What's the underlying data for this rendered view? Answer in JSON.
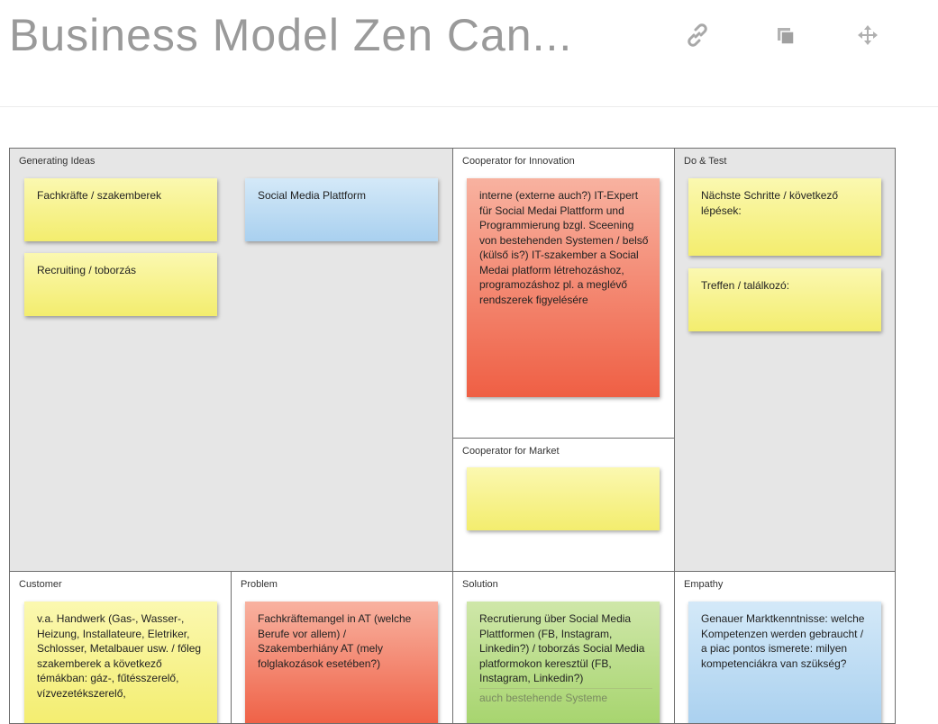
{
  "header": {
    "title": "Business Model Zen Can...",
    "icons": [
      "link-icon",
      "copy-icon",
      "move-icon"
    ]
  },
  "sections": {
    "generating_ideas": {
      "label": "Generating Ideas"
    },
    "cooperator_innovation": {
      "label": "Cooperator for Innovation"
    },
    "do_test": {
      "label": "Do & Test"
    },
    "cooperator_market": {
      "label": "Cooperator for Market"
    },
    "customer": {
      "label": "Customer"
    },
    "problem": {
      "label": "Problem"
    },
    "solution": {
      "label": "Solution"
    },
    "empathy": {
      "label": "Empathy"
    }
  },
  "notes": {
    "fachkraefte": {
      "text": "Fachkräfte / szakemberek",
      "color": "yellow"
    },
    "recruiting": {
      "text": "Recruiting / toborzás",
      "color": "yellow"
    },
    "social_media": {
      "text": "Social Media Plattform",
      "color": "blue"
    },
    "it_expert": {
      "text": "interne (externe auch?) IT-Expert für Social Medai Plattform und Programmierung bzgl. Sceening von bestehenden Systemen / belső (külső is?) IT-szakember a Social Medai platform létrehozáshoz, programozáshoz pl. a meglévő rendszerek figyelésére",
      "color": "red"
    },
    "naechste_schritte": {
      "text": "Nächste Schritte / következő lépések:",
      "color": "yellow"
    },
    "treffen": {
      "text": "Treffen / találkozó:",
      "color": "yellow"
    },
    "market_empty": {
      "text": "",
      "color": "yellow"
    },
    "handwerk": {
      "text": "v.a. Handwerk (Gas-, Wasser-, Heizung, Installateure, Eletriker, Schlosser, Metalbauer usw. / főleg szakemberek a következő témákban: gáz-, fűtésszerelő, vízvezetékszerelő,",
      "color": "yellow"
    },
    "fachkraeftemangel": {
      "text": "Fachkräftemangel in AT (welche Berufe vor allem) / Szakemberhiány AT (mely folglakozások esetében?)",
      "color": "red"
    },
    "recrutierung": {
      "text": "Recrutierung über Social Media Plattformen (FB, Instagram, Linkedin?) / toborzás Social Media platformokon keresztül (FB, Instagram, Linkedin?)",
      "sub": "auch bestehende Systeme",
      "color": "green"
    },
    "marktkenntnisse": {
      "text": "Genauer Marktkenntnisse: welche Kompetenzen werden gebraucht / a piac pontos ismerete: milyen kompetenciákra van szükség?",
      "color": "blue"
    }
  },
  "colors": {
    "title_grey": "#9a9a9a",
    "section_grey": "#e6e6e6",
    "note_yellow": "#f3ed6e",
    "note_blue": "#a9d0ef",
    "note_red": "#ef5f44",
    "note_green": "#a6d46d"
  }
}
